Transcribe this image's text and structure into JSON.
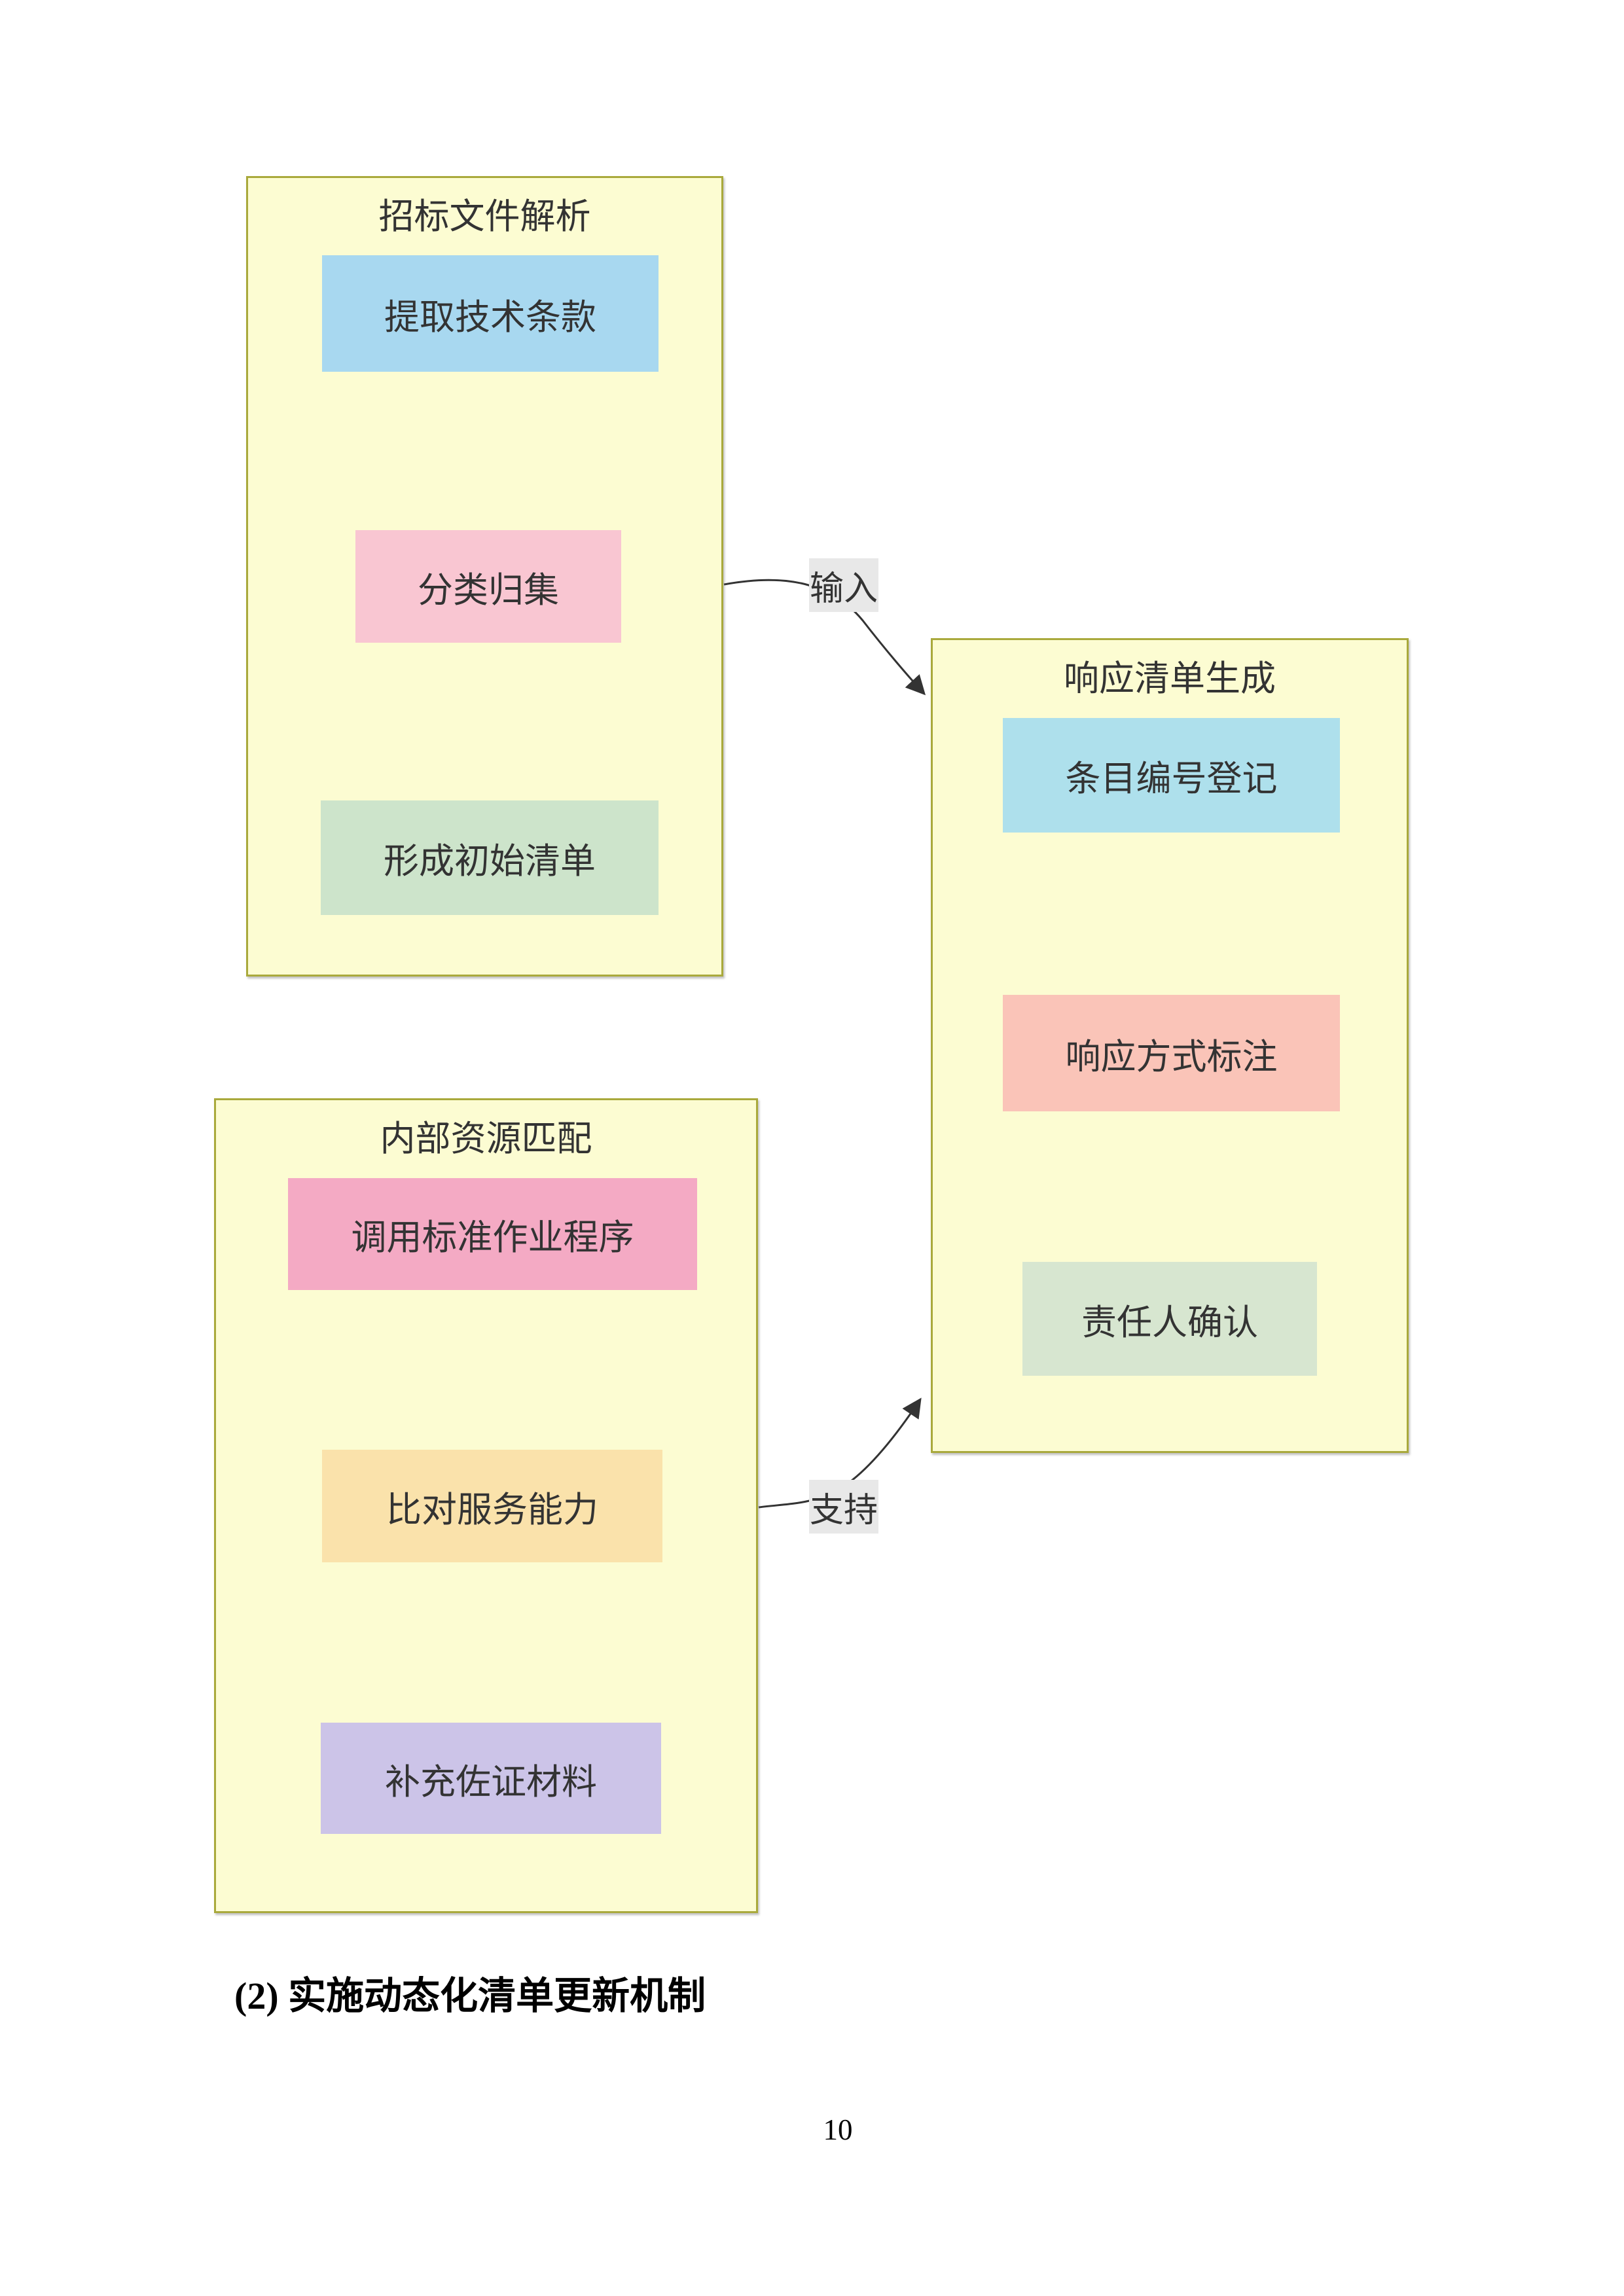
{
  "document": {
    "heading": "(2) 实施动态化清单更新机制",
    "page_number": "10"
  },
  "diagram": {
    "edge_labels": {
      "input": "输入",
      "support": "支持"
    },
    "groups": [
      {
        "title": "招标文件解析",
        "nodes": [
          {
            "label": "提取技术条款",
            "fill": "node_blue"
          },
          {
            "label": "分类归集",
            "fill": "node_pink"
          },
          {
            "label": "形成初始清单",
            "fill": "node_green"
          }
        ]
      },
      {
        "title": "响应清单生成",
        "nodes": [
          {
            "label": "条目编号登记",
            "fill": "node_cyan"
          },
          {
            "label": "响应方式标注",
            "fill": "node_salmon"
          },
          {
            "label": "责任人确认",
            "fill": "node_softgreen"
          }
        ]
      },
      {
        "title": "内部资源匹配",
        "nodes": [
          {
            "label": "调用标准作业程序",
            "fill": "node_magenta"
          },
          {
            "label": "比对服务能力",
            "fill": "node_amber"
          },
          {
            "label": "补充佐证材料",
            "fill": "node_purple"
          }
        ]
      }
    ]
  },
  "colors": {
    "container_fill": "#FCFCD2",
    "container_border": "#A9A93C",
    "node_blue": "#A8D8F0",
    "node_pink": "#F9C6D2",
    "node_green": "#CDE4CB",
    "node_cyan": "#AEE0EC",
    "node_salmon": "#FAC4B8",
    "node_softgreen": "#D7E6D0",
    "node_magenta": "#F4AAC4",
    "node_amber": "#FAE2AB",
    "node_purple": "#CCC4E8",
    "edge_label_bg": "#E8E8E8",
    "edge_stroke": "#333333",
    "text": "#333333"
  }
}
